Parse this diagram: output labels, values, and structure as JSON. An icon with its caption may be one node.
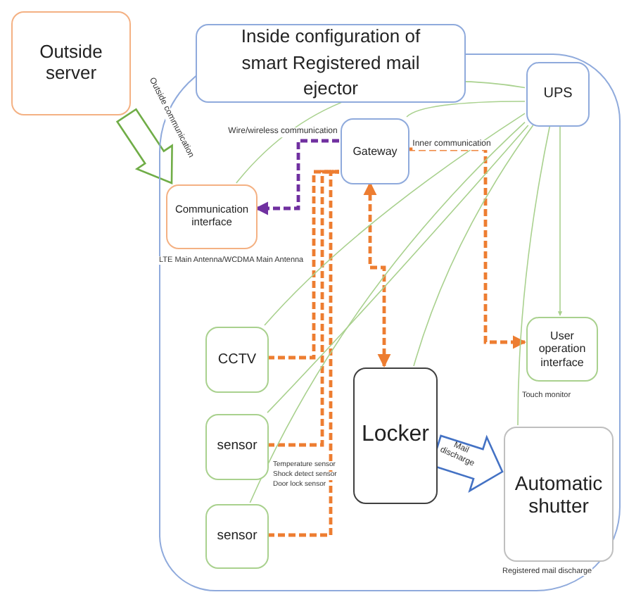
{
  "diagram": {
    "nodes": [
      {
        "text": [
          "Outside server"
        ]
      },
      {
        "text": [
          "Inside configuration of smart Registered mail ejector"
        ]
      },
      {
        "text": [
          "UPS"
        ],
        "in": 1
      },
      {
        "text": [
          "Gateway"
        ],
        "in": 1
      },
      {
        "text": [
          "Communication interface"
        ],
        "in": 1,
        "beside": [
          "LTE Main Antenna/WCDMA Main Antenna"
        ]
      },
      {
        "text": [
          "CCTV"
        ],
        "in": 1
      },
      {
        "text": [
          "sensor"
        ],
        "in": 1,
        "beside": [
          "Temperature sensor",
          "Shock detect sensor",
          "Door lock sensor"
        ]
      },
      {
        "text": [
          "sensor"
        ],
        "in": 1
      },
      {
        "text": [
          "Locker"
        ],
        "in": 1
      },
      {
        "text": [
          "User operation interface"
        ],
        "in": 1,
        "beside": [
          "Touch monitor"
        ]
      },
      {
        "text": [
          "Automatic shutter"
        ],
        "in": 1,
        "beside": [
          "Registered mail discharge"
        ]
      }
    ],
    "edges": [
      {
        "from": 0,
        "to": 4,
        "arrow": "to",
        "label": "Outside communication",
        "style": "thick",
        "color": "#70ad47"
      },
      {
        "from": 3,
        "to": 4,
        "arrow": "to",
        "label": "Wire/wireless communication",
        "style": "dashed",
        "color": "#7030a0"
      },
      {
        "from": 3,
        "to": 9,
        "arrow": "to",
        "label": "Inner communication",
        "style": "dashed",
        "color": "#ed7d31"
      },
      {
        "from": 3,
        "to": 8,
        "arrow": "both",
        "style": "dashed",
        "color": "#ed7d31"
      },
      {
        "from": 5,
        "to": 3,
        "arrow": "none",
        "style": "dashed",
        "color": "#ed7d31"
      },
      {
        "from": 6,
        "to": 3,
        "arrow": "none",
        "style": "dashed",
        "color": "#ed7d31"
      },
      {
        "from": 7,
        "to": 3,
        "arrow": "none",
        "style": "dashed",
        "color": "#ed7d31"
      },
      {
        "from": 8,
        "to": 10,
        "arrow": "to",
        "label": "Mail discharge",
        "style": "thick",
        "color": "#4472c4"
      },
      {
        "from": 2,
        "to": 4,
        "arrow": "none",
        "color": "#a9d18e"
      },
      {
        "from": 2,
        "to": 3,
        "arrow": "none",
        "color": "#a9d18e"
      },
      {
        "from": 2,
        "to": 5,
        "arrow": "none",
        "color": "#a9d18e"
      },
      {
        "from": 2,
        "to": 6,
        "arrow": "none",
        "color": "#a9d18e"
      },
      {
        "from": 2,
        "to": 7,
        "arrow": "none",
        "color": "#a9d18e"
      },
      {
        "from": 2,
        "to": 8,
        "arrow": "none",
        "color": "#a9d18e"
      },
      {
        "from": 2,
        "to": 9,
        "arrow": "to",
        "color": "#a9d18e"
      },
      {
        "from": 2,
        "to": 10,
        "arrow": "none",
        "color": "#a9d18e"
      }
    ]
  }
}
